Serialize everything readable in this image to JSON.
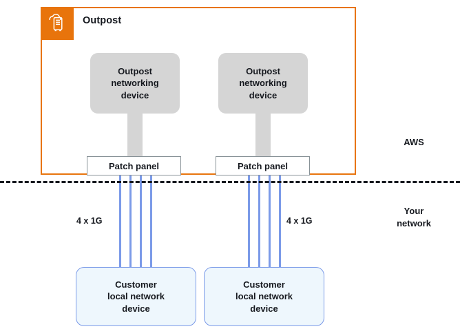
{
  "diagram": {
    "title": "Outpost",
    "zones": {
      "aws_label": "AWS",
      "customer_label": "Your\nnetwork",
      "customer_label_line1": "Your",
      "customer_label_line2": "network"
    },
    "colors": {
      "outpost_orange": "#e8740c",
      "device_grey": "#d5d5d5",
      "cable_blue": "#7b9ae8",
      "customer_fill": "#eef7fd",
      "panel_border": "#879196",
      "text": "#16191f"
    },
    "outpost_icon": "outpost-rack-icon",
    "networking_devices": [
      {
        "id": "left",
        "line1": "Outpost",
        "line2": "networking",
        "line3": "device"
      },
      {
        "id": "right",
        "line1": "Outpost",
        "line2": "networking",
        "line3": "device"
      }
    ],
    "patch_panels": [
      {
        "id": "left",
        "label": "Patch panel"
      },
      {
        "id": "right",
        "label": "Patch panel"
      }
    ],
    "customer_devices": [
      {
        "id": "left",
        "line1": "Customer",
        "line2": "local network",
        "line3": "device"
      },
      {
        "id": "right",
        "line1": "Customer",
        "line2": "local network",
        "line3": "device"
      }
    ],
    "links": [
      {
        "id": "left",
        "label": "4 x 1G",
        "count": 4,
        "speed": "1G"
      },
      {
        "id": "right",
        "label": "4 x 1G",
        "count": 4,
        "speed": "1G"
      }
    ],
    "cable_positions_left": [
      173,
      188,
      203,
      218
    ],
    "cable_positions_right": [
      360,
      375,
      390,
      405
    ]
  }
}
